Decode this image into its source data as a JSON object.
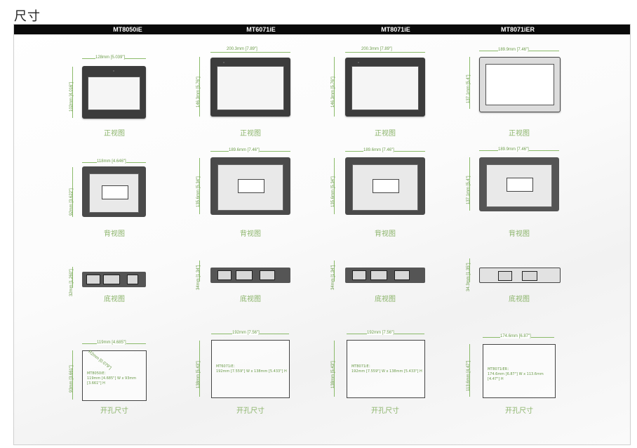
{
  "page_title": "尺寸",
  "columns": [
    {
      "model": "MT8050iE",
      "front_w": "128mm [5.039\"]",
      "front_h": "102mm [4.016\"]",
      "back_w": "118mm [4.646\"]",
      "back_h": "92mm [3.622\"]",
      "bottom_h": "32mm [1.260\"]",
      "cut_w": "119mm [4.685\"]",
      "cut_h": "93mm [3.661\"]",
      "cut_r": "R2mm [0.079\"]",
      "cut_model": "MT8050iE：",
      "cut_spec": "119mm [4.685\"] W x 93mm [3.661\"] H"
    },
    {
      "model": "MT6071iE",
      "front_w": "200.3mm [7.89\"]",
      "front_h": "146.3mm [5.76\"]",
      "back_w": "189.6mm [7.46\"]",
      "back_h": "135.6mm [5.34\"]",
      "bottom_h": "34mm [1.34\"]",
      "cut_w": "192mm [7.56\"]",
      "cut_h": "138mm [5.43\"]",
      "cut_model": "MT6071iE：",
      "cut_spec": "192mm [7.559\"] W x 138mm [5.433\"] H"
    },
    {
      "model": "MT8071iE",
      "front_w": "200.3mm [7.89\"]",
      "front_h": "146.3mm [5.76\"]",
      "back_w": "189.6mm [7.46\"]",
      "back_h": "135.6mm [5.34\"]",
      "bottom_h": "34mm [1.34\"]",
      "cut_w": "192mm [7.56\"]",
      "cut_h": "138mm [5.43\"]",
      "cut_model": "MT8071iE：",
      "cut_spec": "192mm [7.559\"] W x 138mm [5.433\"] H"
    },
    {
      "model": "MT8071iER",
      "front_w": "189.9mm [7.46\"]",
      "front_h": "137.1mm [5.4\"]",
      "back_w": "189.9mm [7.46\"]",
      "back_h": "137.1mm [5.4\"]",
      "bottom_h": "34.3mm [1.35\"]",
      "cut_w": "174.6mm [6.87\"]",
      "cut_h": "113.6mm [4.47\"]",
      "cut_model": "MT8071iER：",
      "cut_spec": "174.6mm [6.87\"] W x 113.6mm [4.47\"] H"
    }
  ],
  "captions": {
    "front": "正视图",
    "back": "背视图",
    "bottom": "底视图",
    "cutout": "开孔尺寸"
  },
  "colors": {
    "header_bg": "#0a0a0a",
    "dimension": "#6a9a48",
    "caption": "#8bb46a"
  }
}
